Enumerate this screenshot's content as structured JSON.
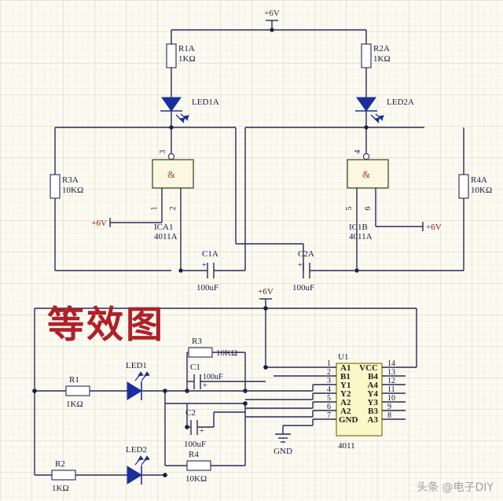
{
  "page": {
    "title_cn": "等效图",
    "watermark": "头条 @电子DIY",
    "bg_color": "#fcfbf2",
    "wire_color": "#2a2a55",
    "led_color": "#1b2f9c",
    "title_color": "#b02028",
    "ic_fill": "#fcf7c8",
    "gate_fill": "#fbf7e0"
  },
  "upper": {
    "supply_top": "+6V",
    "gate_symbol": "&",
    "r1a": {
      "ref": "R1A",
      "value": "1KΩ"
    },
    "r2a": {
      "ref": "R2A",
      "value": "1KΩ"
    },
    "r3a": {
      "ref": "R3A",
      "value": "10KΩ"
    },
    "r4a": {
      "ref": "R4A",
      "value": "10KΩ"
    },
    "led1a": {
      "ref": "LED1A"
    },
    "led2a": {
      "ref": "LED2A"
    },
    "c1a": {
      "ref": "C1A",
      "value": "100uF",
      "polarity": "+"
    },
    "c2a": {
      "ref": "C2A",
      "value": "100uF",
      "polarity": "+"
    },
    "ic_a": {
      "ref": "ICA1",
      "part": "4011A",
      "pin_out": "3",
      "pin_in1": "1",
      "pin_in2": "2",
      "supply": "+6V"
    },
    "ic_b": {
      "ref": "IC1B",
      "part": "4011A",
      "pin_out": "4",
      "pin_in1": "5",
      "pin_in2": "6",
      "supply": "+6V"
    }
  },
  "lower": {
    "supply": "+6V",
    "gnd_label": "GND",
    "r1": {
      "ref": "R1",
      "value": "1KΩ"
    },
    "r2": {
      "ref": "R2",
      "value": "1KΩ"
    },
    "r3": {
      "ref": "R3",
      "value": "10KΩ"
    },
    "r4": {
      "ref": "R4",
      "value": "10KΩ"
    },
    "led1": {
      "ref": "LED1"
    },
    "led2": {
      "ref": "LED2"
    },
    "c1": {
      "ref": "C1",
      "value": "100uF",
      "polarity": "+"
    },
    "c2": {
      "ref": "C2",
      "value": "100uF",
      "polarity": "+"
    },
    "ic": {
      "ref": "U1",
      "part": "4011",
      "left_pins": [
        {
          "num": "1",
          "name": "A1"
        },
        {
          "num": "2",
          "name": "B1"
        },
        {
          "num": "3",
          "name": "Y1"
        },
        {
          "num": "4",
          "name": "Y2"
        },
        {
          "num": "5",
          "name": "A2"
        },
        {
          "num": "6",
          "name": "A2"
        },
        {
          "num": "7",
          "name": "GND"
        }
      ],
      "right_pins": [
        {
          "num": "14",
          "name": "VCC"
        },
        {
          "num": "13",
          "name": "B4"
        },
        {
          "num": "12",
          "name": "A4"
        },
        {
          "num": "11",
          "name": "Y4"
        },
        {
          "num": "10",
          "name": "Y3"
        },
        {
          "num": "9",
          "name": "B3"
        },
        {
          "num": "8",
          "name": "A3"
        }
      ]
    }
  }
}
